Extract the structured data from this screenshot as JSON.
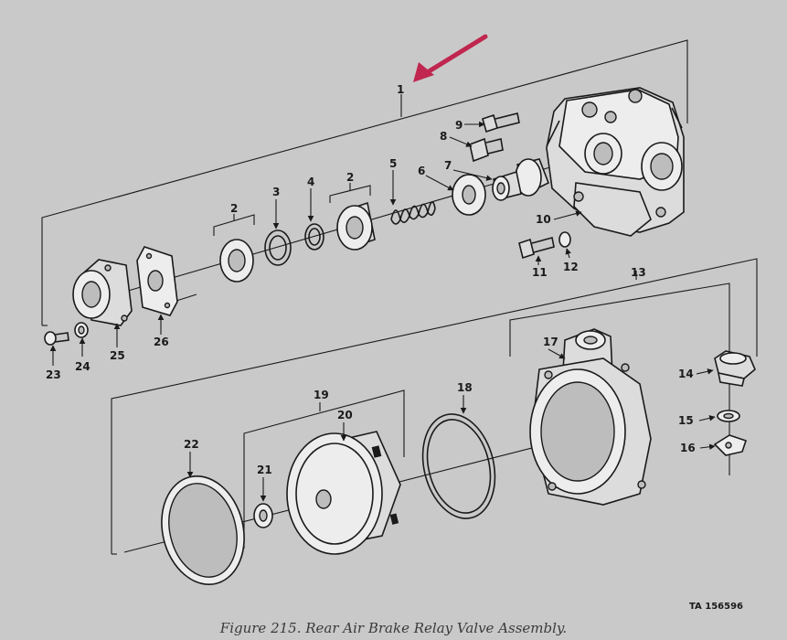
{
  "figure": {
    "caption": "Figure 215. Rear Air Brake Relay Valve Assembly.",
    "reference_id": "TA 156596",
    "highlight_color": "#c0264f",
    "background_color": "#c9c9c9"
  },
  "callouts": {
    "c1": "1",
    "c2a": "2",
    "c2b": "2",
    "c3": "3",
    "c4": "4",
    "c5": "5",
    "c6": "6",
    "c7": "7",
    "c8": "8",
    "c9": "9",
    "c10": "10",
    "c11": "11",
    "c12": "12",
    "c13": "13",
    "c14": "14",
    "c15": "15",
    "c16": "16",
    "c17": "17",
    "c18": "18",
    "c19": "19",
    "c20": "20",
    "c21": "21",
    "c22": "22",
    "c23": "23",
    "c24": "24",
    "c25": "25",
    "c26": "26"
  }
}
